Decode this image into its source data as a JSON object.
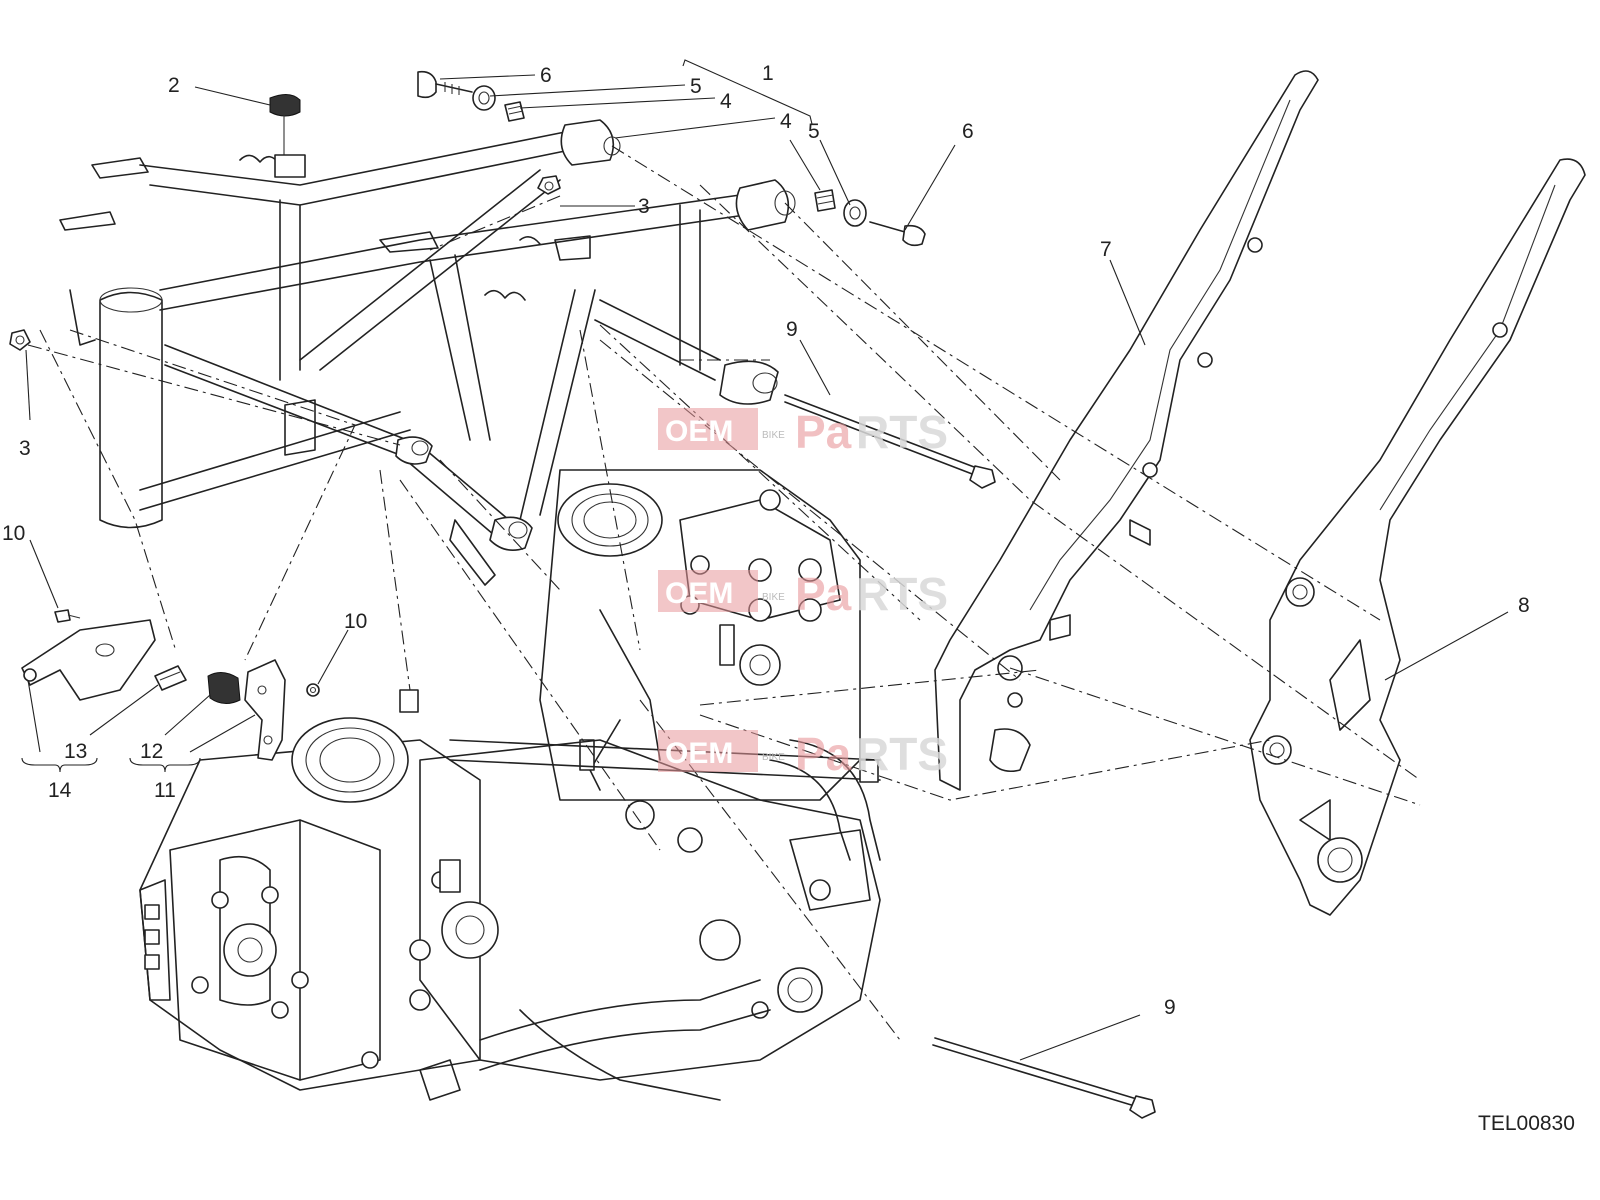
{
  "diagram": {
    "drawing_code": "TEL00830",
    "watermark": {
      "left": "OEM",
      "middle": "BIKE",
      "right_accent": "Pa",
      "right": "RTS"
    },
    "callouts": [
      {
        "id": "c1",
        "text": "1"
      },
      {
        "id": "c2",
        "text": "2"
      },
      {
        "id": "c3a",
        "text": "3"
      },
      {
        "id": "c3b",
        "text": "3"
      },
      {
        "id": "c4a",
        "text": "4"
      },
      {
        "id": "c4b",
        "text": "4"
      },
      {
        "id": "c5a",
        "text": "5"
      },
      {
        "id": "c5b",
        "text": "5"
      },
      {
        "id": "c6a",
        "text": "6"
      },
      {
        "id": "c6b",
        "text": "6"
      },
      {
        "id": "c7",
        "text": "7"
      },
      {
        "id": "c8",
        "text": "8"
      },
      {
        "id": "c9a",
        "text": "9"
      },
      {
        "id": "c9b",
        "text": "9"
      },
      {
        "id": "c10a",
        "text": "10"
      },
      {
        "id": "c10b",
        "text": "10"
      },
      {
        "id": "c11",
        "text": "11"
      },
      {
        "id": "c12",
        "text": "12"
      },
      {
        "id": "c13",
        "text": "13"
      },
      {
        "id": "c14",
        "text": "14"
      }
    ]
  }
}
